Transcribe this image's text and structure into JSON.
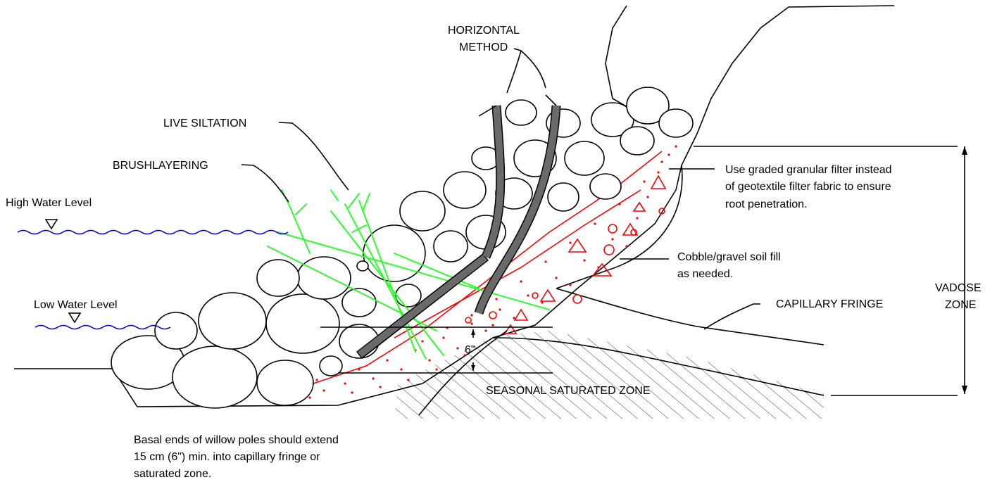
{
  "labels": {
    "horizontal_method_1": "HORIZONTAL",
    "horizontal_method_2": "METHOD",
    "live_siltation": "LIVE SILTATION",
    "brushlayering": "BRUSHLAYERING",
    "high_water_level": "High Water Level",
    "low_water_level": "Low Water Level",
    "filter_note_1": "Use graded granular filter instead",
    "filter_note_2": "of geotextile filter fabric to ensure",
    "filter_note_3": "root penetration.",
    "cobble_note_1": "Cobble/gravel soil fill",
    "cobble_note_2": "as needed.",
    "vadose_1": "VADOSE",
    "vadose_2": "ZONE",
    "capillary_fringe": "CAPILLARY FRINGE",
    "seasonal_saturated_zone": "SEASONAL SATURATED ZONE",
    "six_inch": "6\"",
    "basal_note_1": "Basal ends of willow poles should extend",
    "basal_note_2": "15 cm (6\") min. into capillary fringe or",
    "basal_note_3": "saturated zone."
  },
  "colors": {
    "water": "#0000cc",
    "filter": "#ff0000",
    "live_branches": "#2bff2b",
    "willow_pole": "#6a6a6a"
  }
}
